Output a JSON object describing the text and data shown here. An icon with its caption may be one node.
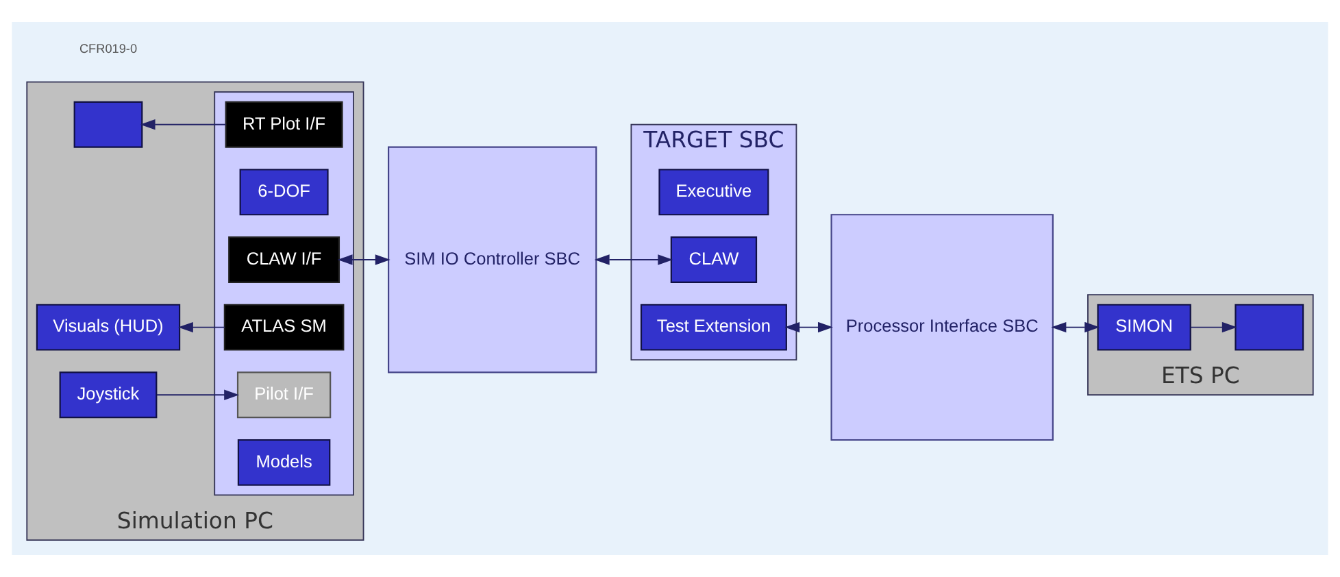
{
  "diagram": {
    "nodes": [
      {
        "text": [
          "Simulation PC"
        ]
      },
      {
        "text": [],
        "shape": "box",
        "in": 0
      },
      {
        "text": [
          "Visuals (HUD)"
        ],
        "in": 0
      },
      {
        "text": [
          "Joystick"
        ],
        "in": 0
      },
      {
        "text": [],
        "shape": "box",
        "in": 0
      },
      {
        "text": [
          "RT Plot I/F"
        ],
        "in": 4
      },
      {
        "text": [
          "6-DOF"
        ],
        "in": 4
      },
      {
        "text": [
          "CLAW I/F"
        ],
        "in": 4
      },
      {
        "text": [
          "ATLAS SM"
        ],
        "in": 4
      },
      {
        "text": [
          "Pilot I/F"
        ],
        "in": 4
      },
      {
        "text": [
          "Models"
        ],
        "in": 4
      },
      {
        "text": [
          "SIM IO Controller SBC"
        ]
      },
      {
        "text": [
          "TARGET SBC"
        ]
      },
      {
        "text": [
          "Executive"
        ],
        "in": 12
      },
      {
        "text": [
          "CLAW"
        ],
        "in": 12
      },
      {
        "text": [
          "Test Extension"
        ],
        "in": 12
      },
      {
        "text": [
          "Processor Interface SBC"
        ]
      },
      {
        "text": [
          "ETS PC"
        ]
      },
      {
        "text": [],
        "shape": "box",
        "in": 17
      },
      {
        "text": [
          "SIMON"
        ],
        "in": 17
      }
    ],
    "edges": [
      {
        "from": 5,
        "to": 1,
        "arrow": "to"
      },
      {
        "from": 8,
        "to": 2,
        "arrow": "to"
      },
      {
        "from": 3,
        "to": 9,
        "arrow": "to"
      },
      {
        "from": 7,
        "to": 11,
        "arrow": "both"
      },
      {
        "from": 11,
        "to": 14,
        "arrow": "both"
      },
      {
        "from": 15,
        "to": 16,
        "arrow": "both"
      },
      {
        "from": 16,
        "to": 19,
        "arrow": "both"
      },
      {
        "from": 19,
        "to": 18,
        "arrow": "to"
      }
    ],
    "labels": [
      "CFR019-0"
    ]
  }
}
